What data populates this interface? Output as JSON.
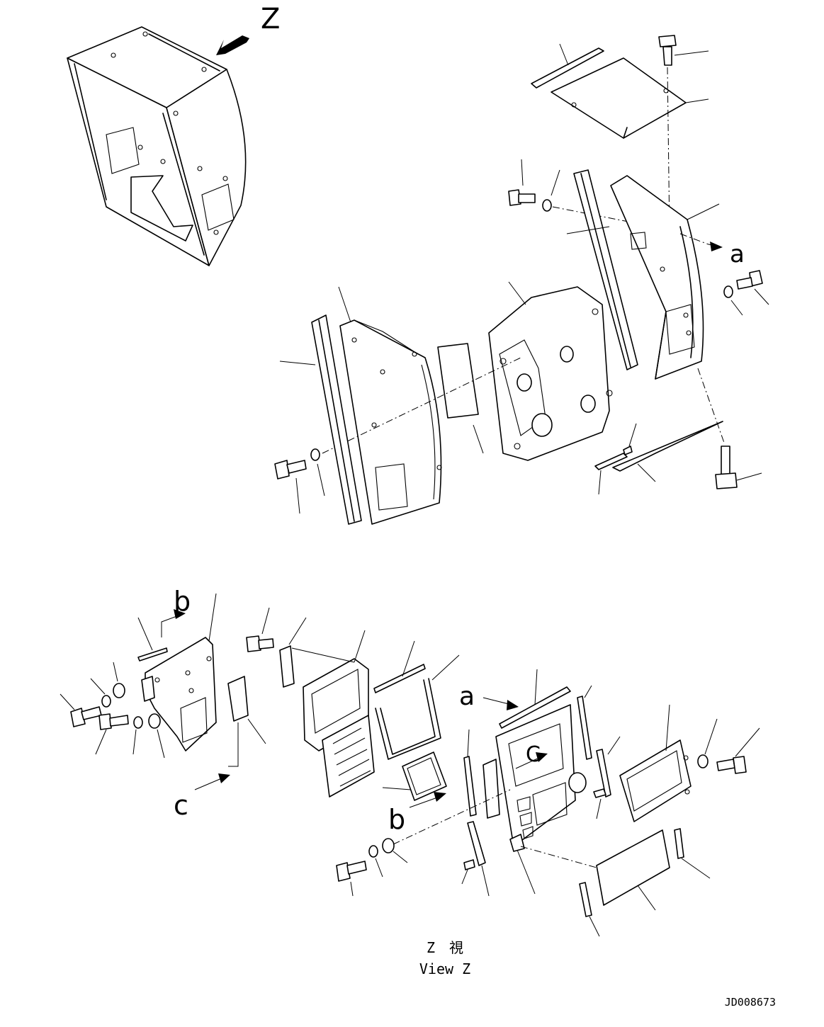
{
  "labels": {
    "view_arrow_z": "Z",
    "arrow_a_top": "a",
    "arrow_a_bottom": "a",
    "arrow_b_top": "b",
    "arrow_b_bottom": "b",
    "arrow_c_left": "c",
    "arrow_c_panel": "C"
  },
  "caption": {
    "line1": "Z　視",
    "line2": "View Z"
  },
  "drawing_number": "JD008673"
}
